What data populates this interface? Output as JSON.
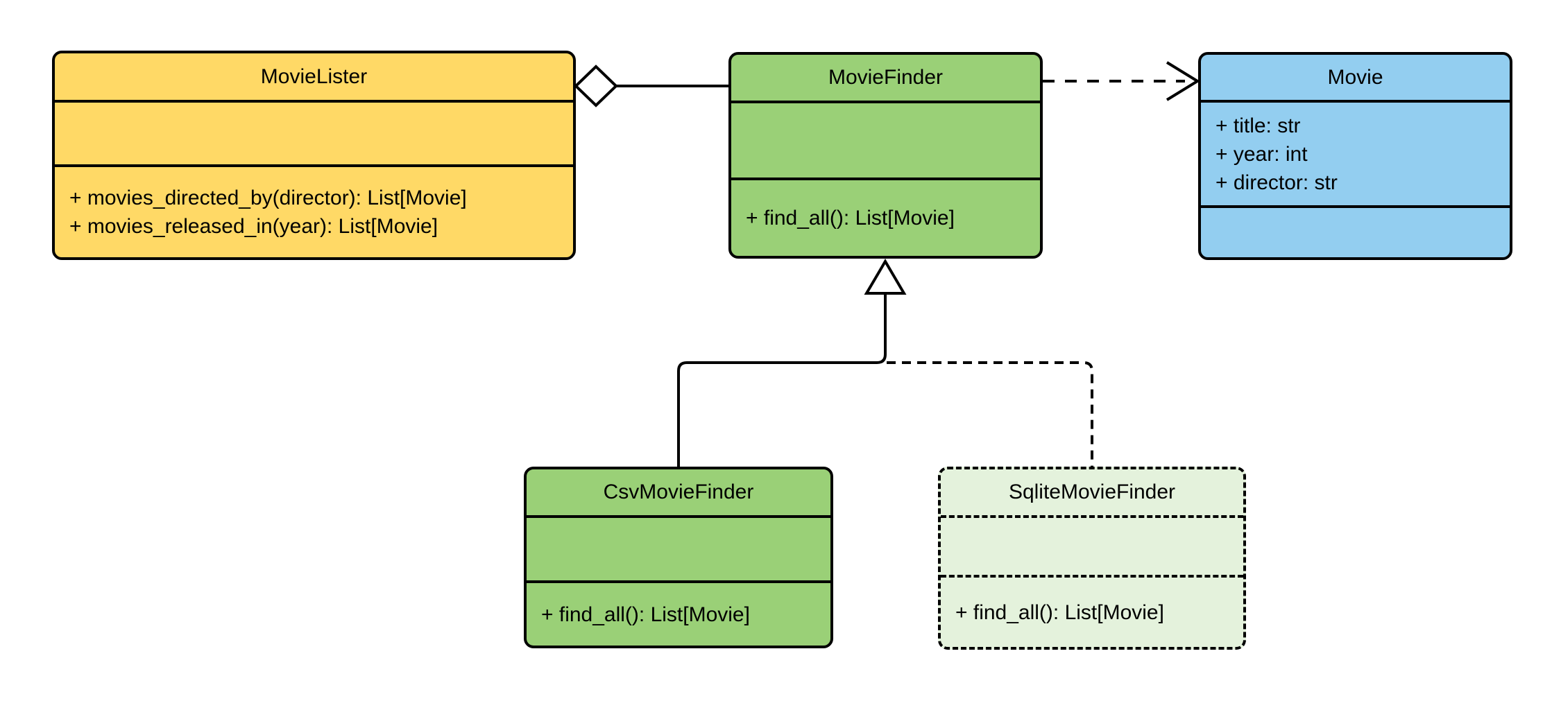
{
  "diagram": {
    "kind": "uml-class-diagram",
    "background": "#FFFFFF"
  },
  "colors": {
    "stroke": "#000000",
    "yellow": "#FFD966",
    "green": "#9AD077",
    "light_green": "#E4F2DC",
    "blue": "#93CEF0",
    "white": "#FFFFFF"
  },
  "classes": [
    {
      "name": "MovieLister",
      "members": [
        "+ movies_directed_by(director): List[Movie]",
        "+ movies_released_in(year): List[Movie]"
      ]
    },
    {
      "name": "MovieFinder",
      "members": [
        "+ find_all(): List[Movie]"
      ]
    },
    {
      "name": "Movie",
      "members": [
        "+ title: str",
        "+ year: int",
        "+ director: str"
      ]
    },
    {
      "name": "CsvMovieFinder",
      "members": [
        "+ find_all(): List[Movie]"
      ]
    },
    {
      "name": "SqliteMovieFinder",
      "members": [
        "+ find_all(): List[Movie]"
      ]
    }
  ],
  "relationships": [
    {
      "type": "aggregation",
      "from": "MovieLister",
      "to": "MovieFinder",
      "line": "solid"
    },
    {
      "type": "dependency",
      "from": "MovieFinder",
      "to": "Movie",
      "line": "dashed"
    },
    {
      "type": "inheritance",
      "from": "CsvMovieFinder",
      "to": "MovieFinder",
      "line": "solid"
    },
    {
      "type": "inheritance",
      "from": "SqliteMovieFinder",
      "to": "MovieFinder",
      "line": "dashed"
    }
  ]
}
